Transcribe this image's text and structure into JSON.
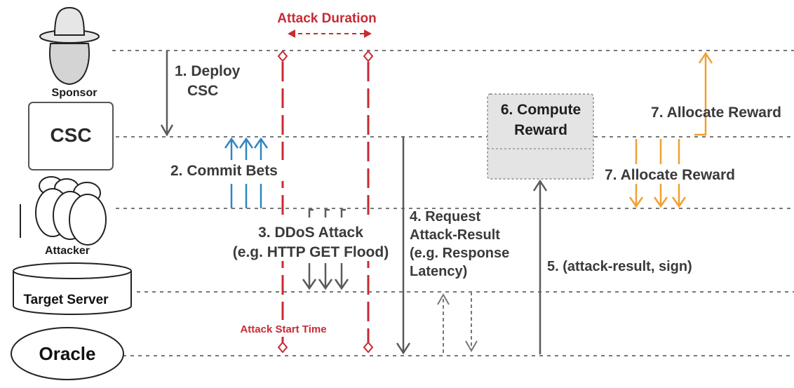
{
  "actors": {
    "sponsor": "Sponsor",
    "csc": "CSC",
    "attacker": "Attacker",
    "target_server": "Target Server",
    "oracle": "Oracle"
  },
  "labels": {
    "attack_duration": "Attack Duration",
    "attack_start_time": "Attack Start Time",
    "step1_line1": "1. Deploy",
    "step1_line2": "CSC",
    "step2": "2. Commit Bets",
    "step3_line1": "3. DDoS Attack",
    "step3_line2": "(e.g. HTTP GET Flood)",
    "step4_line1": "4. Request",
    "step4_line2": "Attack-Result",
    "step4_line3": "(e.g. Response",
    "step4_line4": "Latency)",
    "step5": "5. (attack-result, sign)",
    "step6_line1": "6. Compute",
    "step6_line2": "Reward",
    "step7_upper": "7. Allocate Reward",
    "step7_lower": "7. Allocate Reward"
  },
  "colors": {
    "red": "#c82a33",
    "blue": "#2e86c1",
    "orange": "#f0a030",
    "gray": "#5a5a5a",
    "dotted_line": "#777777"
  }
}
